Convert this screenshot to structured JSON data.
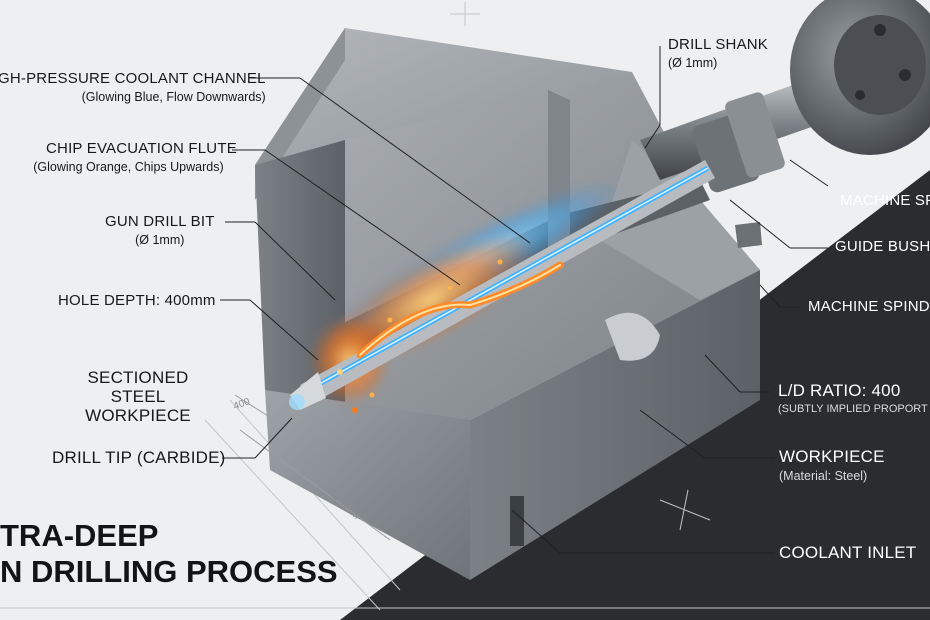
{
  "title": {
    "line1": "TRA-DEEP",
    "line2": "N DRILLING PROCESS"
  },
  "labels_left": [
    {
      "key": "coolant-channel",
      "main": "GH-PRESSURE COOLANT CHANNEL",
      "sub": "(Glowing Blue, Flow Downwards)"
    },
    {
      "key": "chip-flute",
      "main": "CHIP EVACUATION FLUTE",
      "sub": "(Glowing Orange, Chips Upwards)"
    },
    {
      "key": "gun-drill-bit",
      "main": "GUN DRILL BIT",
      "sub": "(Ø 1mm)"
    },
    {
      "key": "hole-depth",
      "main": "HOLE DEPTH: 400mm",
      "sub": ""
    },
    {
      "key": "sectioned-workpiece",
      "main": "SECTIONED STEEL WORKPIECE",
      "sub": ""
    },
    {
      "key": "drill-tip",
      "main": "DRILL TIP (CARBIDE)",
      "sub": ""
    }
  ],
  "labels_right": [
    {
      "key": "drill-shank",
      "main": "DRILL SHANK",
      "sub": "(Ø 1mm)"
    },
    {
      "key": "machine-spindle-top",
      "main": "MACHINE SP",
      "sub": ""
    },
    {
      "key": "guide-bushing",
      "main": "GUIDE BUSHI",
      "sub": ""
    },
    {
      "key": "machine-spindle",
      "main": "MACHINE SPINDL",
      "sub": ""
    },
    {
      "key": "ld-ratio",
      "main": "L/D RATIO: 400",
      "sub": "(SUBTLY IMPLIED PROPORT"
    },
    {
      "key": "workpiece",
      "main": "WORKPIECE",
      "sub": "(Material: Steel)"
    },
    {
      "key": "coolant-inlet",
      "main": "COOLANT INLET",
      "sub": ""
    }
  ],
  "dimensions": {
    "depth_a": "400",
    "depth_b": "400mm"
  },
  "colors": {
    "background": "#eeeff1",
    "dark_floor": "#2a2c2f",
    "steel": "#8f9499",
    "coolant": "#3fb2ff",
    "chips": "#ff7a1a",
    "text": "#16181b"
  }
}
